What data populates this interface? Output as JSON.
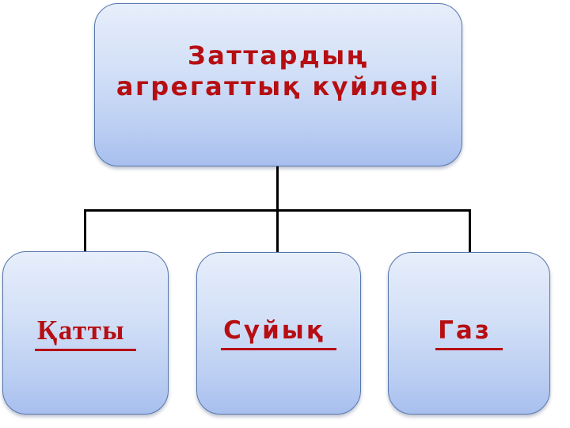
{
  "diagram": {
    "root": {
      "lines": [
        "Заттардың",
        "агрегаттық күйлері"
      ]
    },
    "children": [
      {
        "label": "Қатты"
      },
      {
        "label": "Сүйық"
      },
      {
        "label": "Газ"
      }
    ],
    "colors": {
      "background": "#ffffff",
      "box_fill_top": "#e7eefb",
      "box_fill_bottom": "#a8bfee",
      "box_border": "#5577ad",
      "text": "#b60e12",
      "connector": "#000000"
    }
  }
}
